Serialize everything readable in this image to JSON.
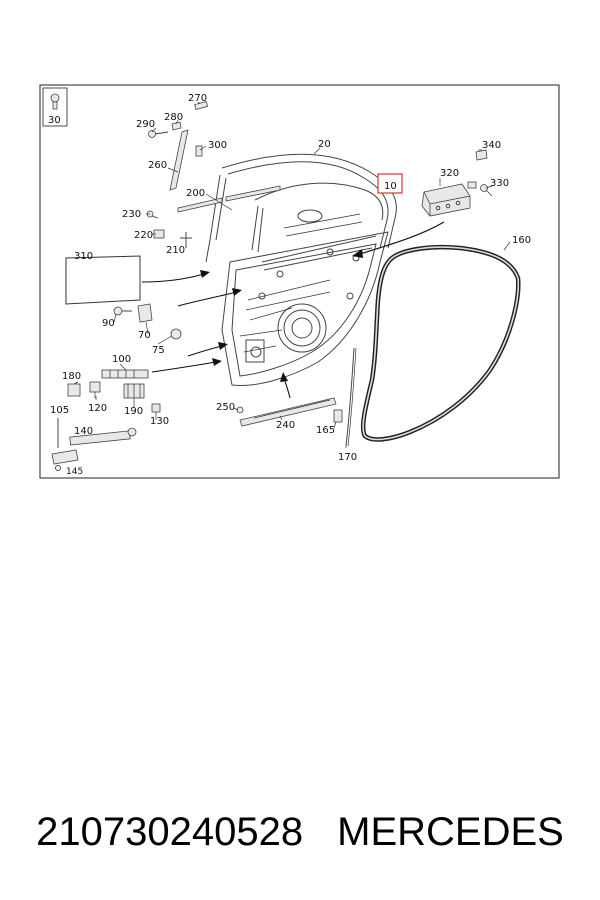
{
  "callouts": {
    "c10": "10",
    "c20": "20",
    "c30": "30",
    "c70": "70",
    "c75": "75",
    "c90": "90",
    "c100": "100",
    "c105": "105",
    "c120": "120",
    "c130": "130",
    "c140": "140",
    "c145": "145",
    "c160": "160",
    "c165": "165",
    "c170": "170",
    "c180": "180",
    "c190": "190",
    "c200": "200",
    "c210": "210",
    "c220": "220",
    "c230": "230",
    "c240": "240",
    "c250": "250",
    "c260": "260",
    "c270": "270",
    "c280": "280",
    "c290": "290",
    "c300": "300",
    "c310": "310",
    "c320": "320",
    "c330": "330",
    "c340": "340"
  },
  "caption": {
    "part_number": "210730240528",
    "brand": "MERCEDES"
  },
  "colors": {
    "highlight": "#e03030"
  }
}
